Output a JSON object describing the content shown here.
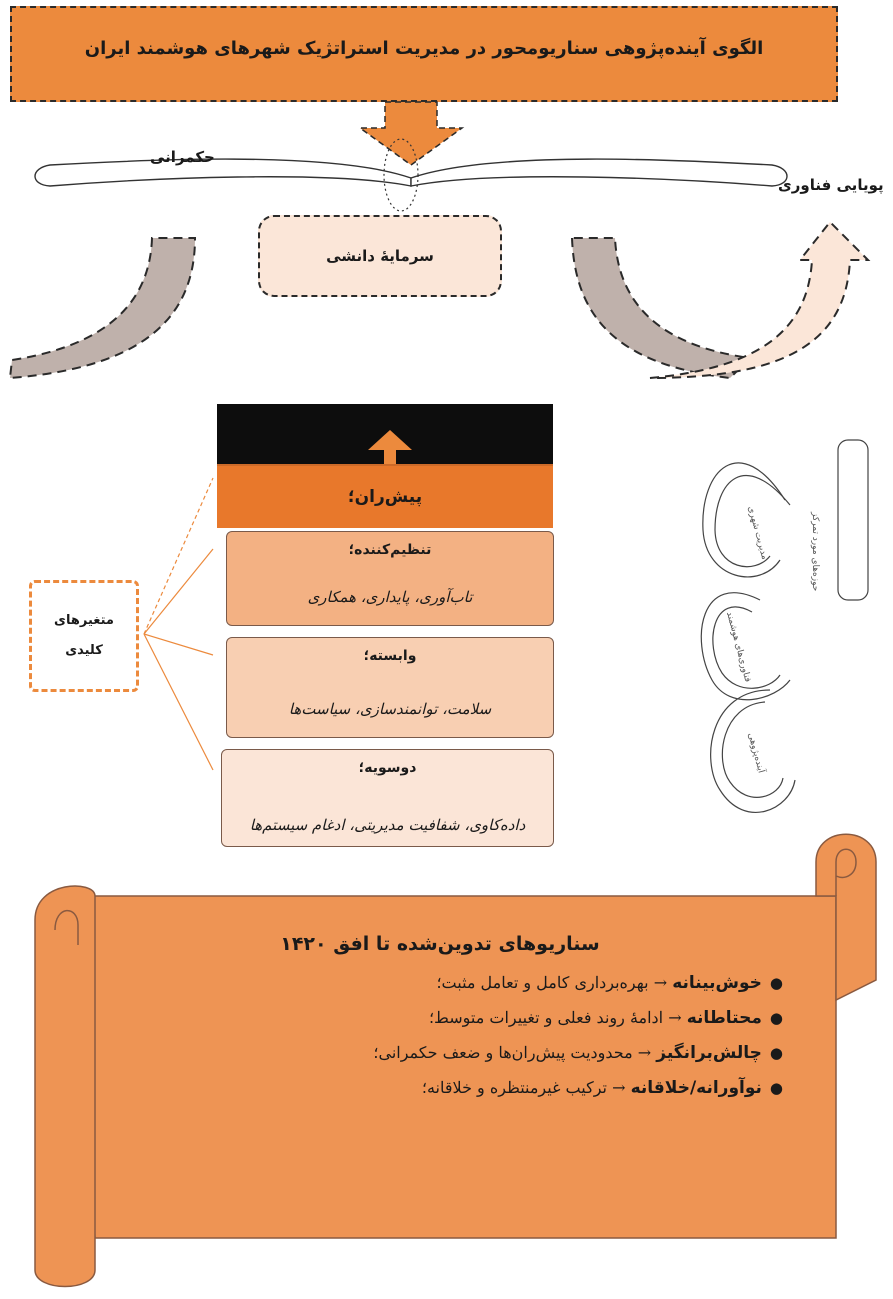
{
  "title": "الگوی آینده‌پژوهی سناریومحور در مدیریت استراتژیک شهرهای هوشمند ایران",
  "dimensions": {
    "governance": "حکمرانی",
    "tech_dynamics": "پویایی فناوری",
    "knowledge_capital": "سرمایهٔ دانشی"
  },
  "drivers": {
    "label": "پیش‌ران؛"
  },
  "categories": [
    {
      "title": "تنظیم‌کننده؛",
      "items": "تاب‌آوری، پایداری، همکاری",
      "color": "#f3b183"
    },
    {
      "title": "وابسته؛",
      "items": "سلامت، توانمندسازی، سیاست‌ها",
      "color": "#f8cfb2"
    },
    {
      "title": "دوسویه؛",
      "items": "داده‌کاوی، شفافیت مدیریتی، ادغام سیستم‌ها",
      "color": "#fbe5d7"
    }
  ],
  "key_variables": {
    "line1": "متغیرهای",
    "line2": "کلیدی"
  },
  "side_figure": {
    "box_label": "حوزه‌های مورد تمرکز",
    "loop1": "مدیریت شهری",
    "loop2": "فناوری‌های هوشمند",
    "loop3": "آینده‌پژوهی"
  },
  "scenarios": {
    "title": "سناریوهای تدوین‌شده تا افق ۱۴۲۰",
    "items": [
      {
        "term": "خوش‌بینانه",
        "arrow": "→",
        "desc": "بهره‌برداری کامل و تعامل مثبت؛"
      },
      {
        "term": "محتاطانه",
        "arrow": "→",
        "desc": "ادامهٔ روند فعلی و تغییرات متوسط؛"
      },
      {
        "term": "چالش‌برانگیز",
        "arrow": "→",
        "desc": "محدودیت پیش‌ران‌ها و ضعف حکمرانی؛"
      },
      {
        "term": "نوآورانه/خلاقانه",
        "arrow": "→",
        "desc": "ترکیب غیرمنتظره و خلاقانه؛"
      }
    ]
  },
  "colors": {
    "orange": "#ec8a3d",
    "dark_orange": "#e8782b",
    "taupe": "#bfb1ab",
    "scroll": "#ee9454",
    "scroll_edge": "#8a5a40"
  }
}
